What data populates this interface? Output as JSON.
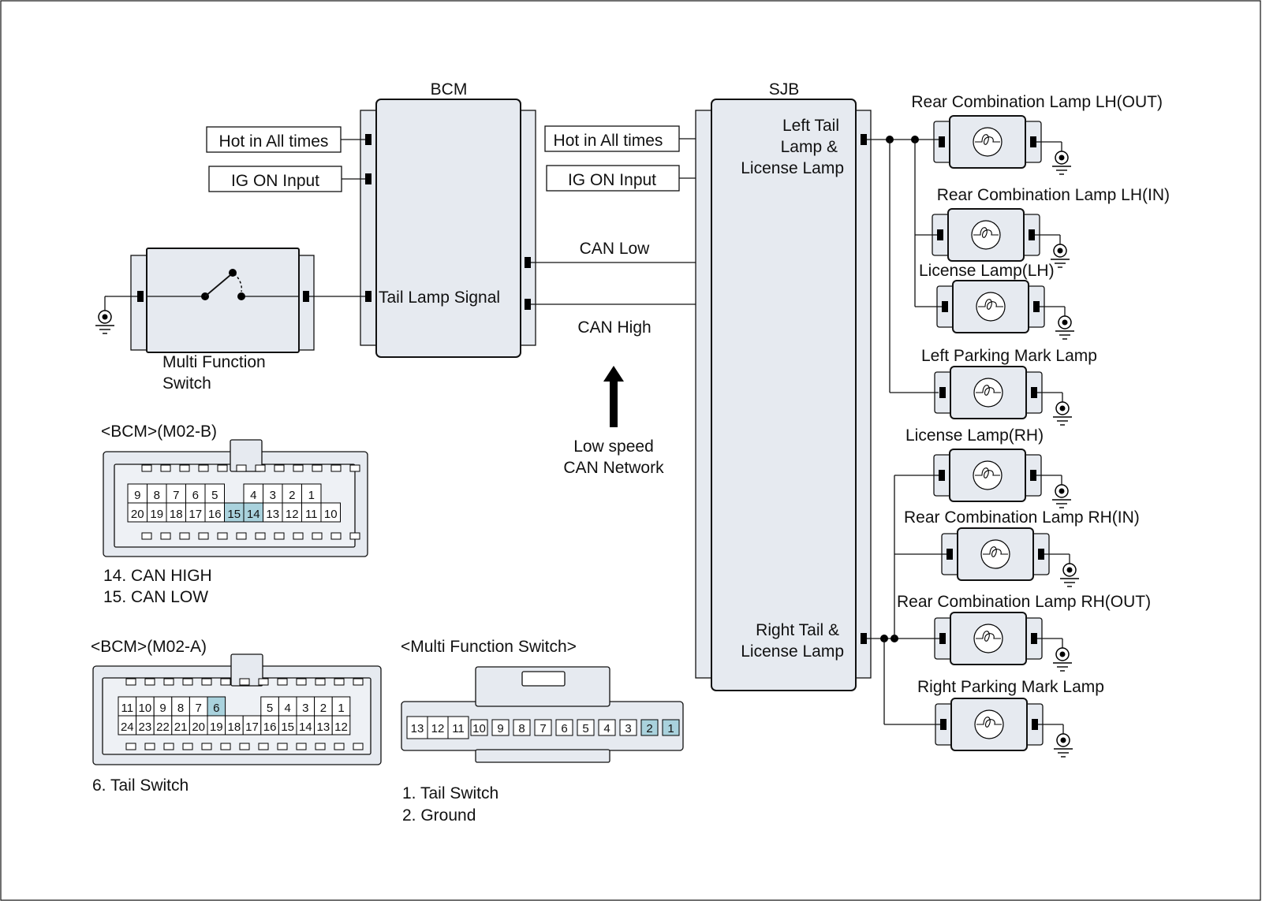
{
  "bcm": {
    "title": "BCM",
    "tail_signal": "Tail Lamp Signal"
  },
  "sjb": {
    "title": "SJB",
    "left_output": [
      "Left Tail",
      "Lamp &",
      "License Lamp"
    ],
    "right_output": [
      "Right Tail &",
      "License Lamp"
    ]
  },
  "inputs": {
    "hot": "Hot in All times",
    "ig": "IG ON Input"
  },
  "can": {
    "low": "CAN Low",
    "high": "CAN High",
    "network": [
      "Low speed",
      "CAN Network"
    ]
  },
  "switch": {
    "label": [
      "Multi Function",
      "Switch"
    ]
  },
  "lamps": [
    "Rear Combination Lamp LH(OUT)",
    "Rear Combination Lamp LH(IN)",
    "License Lamp(LH)",
    "Left Parking Mark Lamp",
    "License Lamp(RH)",
    "Rear Combination Lamp RH(IN)",
    "Rear Combination Lamp RH(OUT)",
    "Right Parking Mark Lamp"
  ],
  "connectors": {
    "m02b": {
      "title": "<BCM>(M02-B)",
      "top_row": [
        "9",
        "8",
        "7",
        "6",
        "5",
        "",
        "4",
        "3",
        "2",
        "1"
      ],
      "bottom_row": [
        "20",
        "19",
        "18",
        "17",
        "16",
        "15",
        "14",
        "13",
        "12",
        "11",
        "10"
      ],
      "highlight": [
        "15",
        "14"
      ],
      "notes": [
        "14. CAN HIGH",
        "15. CAN LOW"
      ]
    },
    "m02a": {
      "title": "<BCM>(M02-A)",
      "top_row": [
        "11",
        "10",
        "9",
        "8",
        "7",
        "6",
        "",
        "",
        "5",
        "4",
        "3",
        "2",
        "1"
      ],
      "bottom_row": [
        "24",
        "23",
        "22",
        "21",
        "20",
        "19",
        "18",
        "17",
        "16",
        "15",
        "14",
        "13",
        "12"
      ],
      "highlight": [
        "6"
      ],
      "notes": [
        "6. Tail Switch"
      ]
    },
    "mfs": {
      "title": "<Multi Function Switch>",
      "pins": [
        "13",
        "12",
        "11",
        "10",
        "9",
        "8",
        "7",
        "6",
        "5",
        "4",
        "3",
        "2",
        "1"
      ],
      "highlight": [
        "2",
        "1"
      ],
      "notes": [
        "1. Tail Switch",
        "2. Ground"
      ]
    }
  },
  "colors": {
    "module_fill": "#e6eaf0",
    "highlight_pin": "#a9d2dd",
    "line": "#111111"
  }
}
